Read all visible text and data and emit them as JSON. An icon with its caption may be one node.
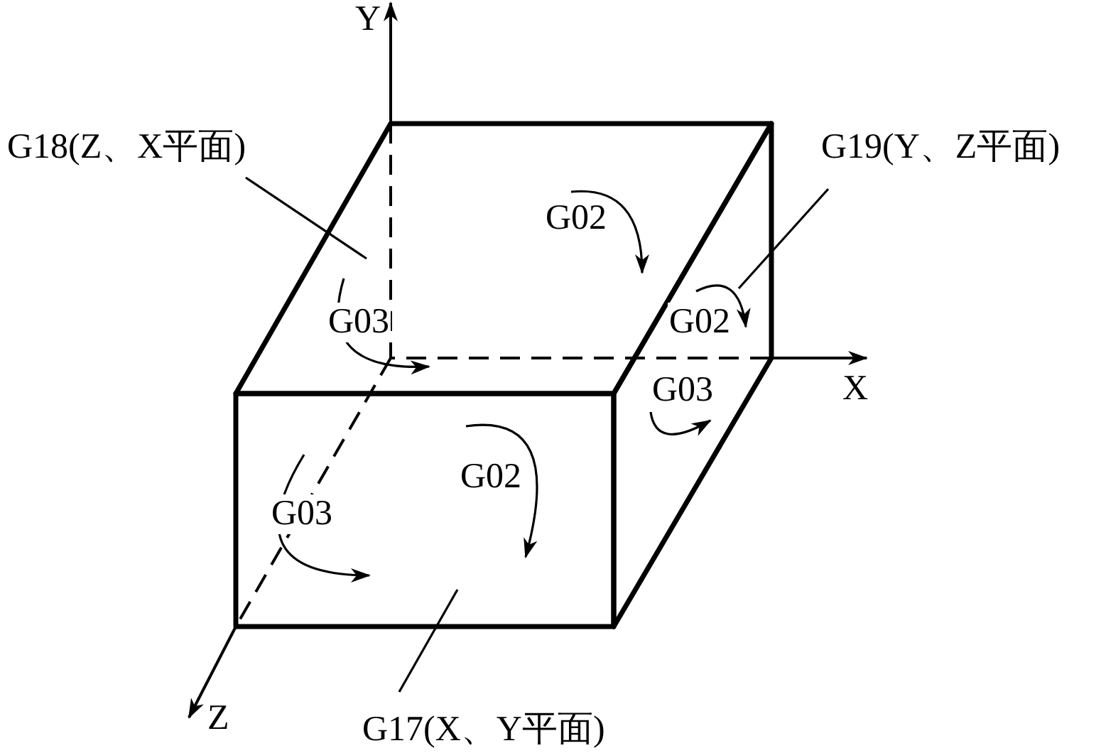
{
  "diagram": {
    "nodes": [
      {
        "text": [
          "G18(Z、X平面)"
        ]
      },
      {
        "text": [
          "G19(Y、Z平面)"
        ]
      },
      {
        "text": [],
        "shape": "parallelogram"
      },
      {
        "text": [],
        "shape": "parallelogram"
      },
      {
        "text": [],
        "shape": "box"
      },
      {
        "text": [
          "G17(X、Y平面)"
        ]
      }
    ],
    "edges": [
      {
        "from": 0,
        "to": 2,
        "arrow": "none"
      },
      {
        "from": 1,
        "to": 3,
        "arrow": "none"
      },
      {
        "from": 5,
        "to": 4,
        "arrow": "none"
      }
    ],
    "labels": [
      "Y",
      "G02",
      "G03",
      "G02",
      "X",
      "G03",
      "G02",
      "G03",
      "Z"
    ]
  }
}
